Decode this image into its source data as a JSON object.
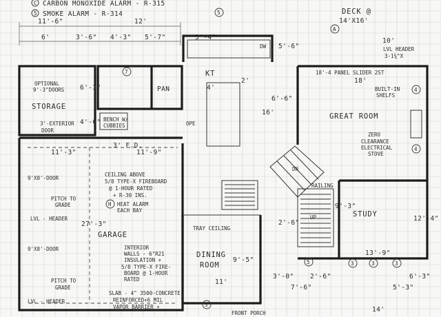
{
  "legend": {
    "carbon_monoxide": "CARBON MONOXIDE ALARM - R-315",
    "smoke": "SMOKE ALARM - R-314"
  },
  "rooms": {
    "deck": "DECK @",
    "deck_size": "14'X16'",
    "storage": "STORAGE",
    "kitchen": "KT",
    "pan": "PAN",
    "great_room": "GREAT ROOM",
    "study": "STUDY",
    "garage": "GARAGE",
    "dining": "DINING",
    "dining_2": "ROOM"
  },
  "notes": {
    "optional": "OPTIONAL",
    "optional_2": "9'-3\"DOORS",
    "ext_door": "3'-EXTERIOR",
    "ext_door_2": "DOOR",
    "bench": "BENCH W/",
    "bench_2": "CUBBIES",
    "lvl_header_top": "LVL HEADER",
    "lvl_header_top_2": "3-1¾\"X",
    "panel_slider": "18'-4 PANEL SLIDER 2ST",
    "built_in": "BUILT-IN",
    "built_in_2": "SHELFS",
    "zero": "ZERO",
    "zero_2": "CLEARANCE",
    "zero_3": "ELECTRICAL",
    "zero_4": "STOVE",
    "door_top": "9'X8'-DOOR",
    "door_bottom": "9'X8'-DOOR",
    "pitch_1": "PITCH TO",
    "pitch_1b": "GRADE",
    "pitch_2": "PITCH TO",
    "pitch_2b": "GRADE",
    "lvl_1": "LVL - HEADER",
    "lvl_2": "LVL - HEADER",
    "ceiling_1": "CEILING ABOVE",
    "ceiling_2": "5/8 TYPE-X FIREBOARD",
    "ceiling_3": "@ 1-HOUR RATED",
    "ceiling_4": "+ R-30 INS.",
    "heat_alarm": "HEAT ALARM",
    "heat_alarm_2": "EACH BAY",
    "interior_1": "INTERIOR",
    "interior_2": "WALLS - 6\"R21",
    "interior_3": "INSULATION +",
    "interior_4": "5/8 TYPE-X FIRE-",
    "interior_5": "BOARD @ 1-HOUR",
    "interior_6": "RATED",
    "slab_1": "SLAB - 4\" 3500-CONCRETE",
    "slab_2": "REINFORCED+6 MIL",
    "slab_3": "VAPOR BARRIER +",
    "tray": "TRAY CEILING",
    "ope": "OPE",
    "up": "UP",
    "dn": "DN",
    "railing": "RAILING",
    "dw": "DW",
    "bottom": "FRONT PORCH"
  },
  "dims": {
    "d11_6": "11'-6\"",
    "d12": "12'",
    "d6": "6'",
    "d3_6": "3'-6\"",
    "d4_3": "4'-3\"",
    "d5_7": "5'-7\"",
    "d6_3": "6'-3\"",
    "d4_6": "4'-6\"",
    "d11_3": "11'-3\"",
    "d11_9": "11'-9\"",
    "d3_fd": "3' F.D.",
    "d6_6": "6'-6\"",
    "d16": "16'",
    "d18": "18'",
    "d4": "4'",
    "d2": "2'",
    "d10": "10'",
    "d3_4": "3'-4\"",
    "d5_6": "5'-6\"",
    "d9_3": "9'-3\"",
    "d13_9": "13'-9\"",
    "d12_4": "12'-4\"",
    "d27_3": "27'-3\"",
    "d11": "11'",
    "d9_5": "9'-5\"",
    "d7_6": "7'-6\"",
    "d3_0": "3'-0\"",
    "d2_6": "2'-6\"",
    "d5_3": "5'-3\"",
    "d6_3b": "6'-3\"",
    "d14": "14'",
    "d2_6b": "2'-6\""
  },
  "markers": {
    "a": "A",
    "four": "4",
    "five": "5",
    "three": "3",
    "seven": "7",
    "c": "C",
    "h": "H"
  }
}
